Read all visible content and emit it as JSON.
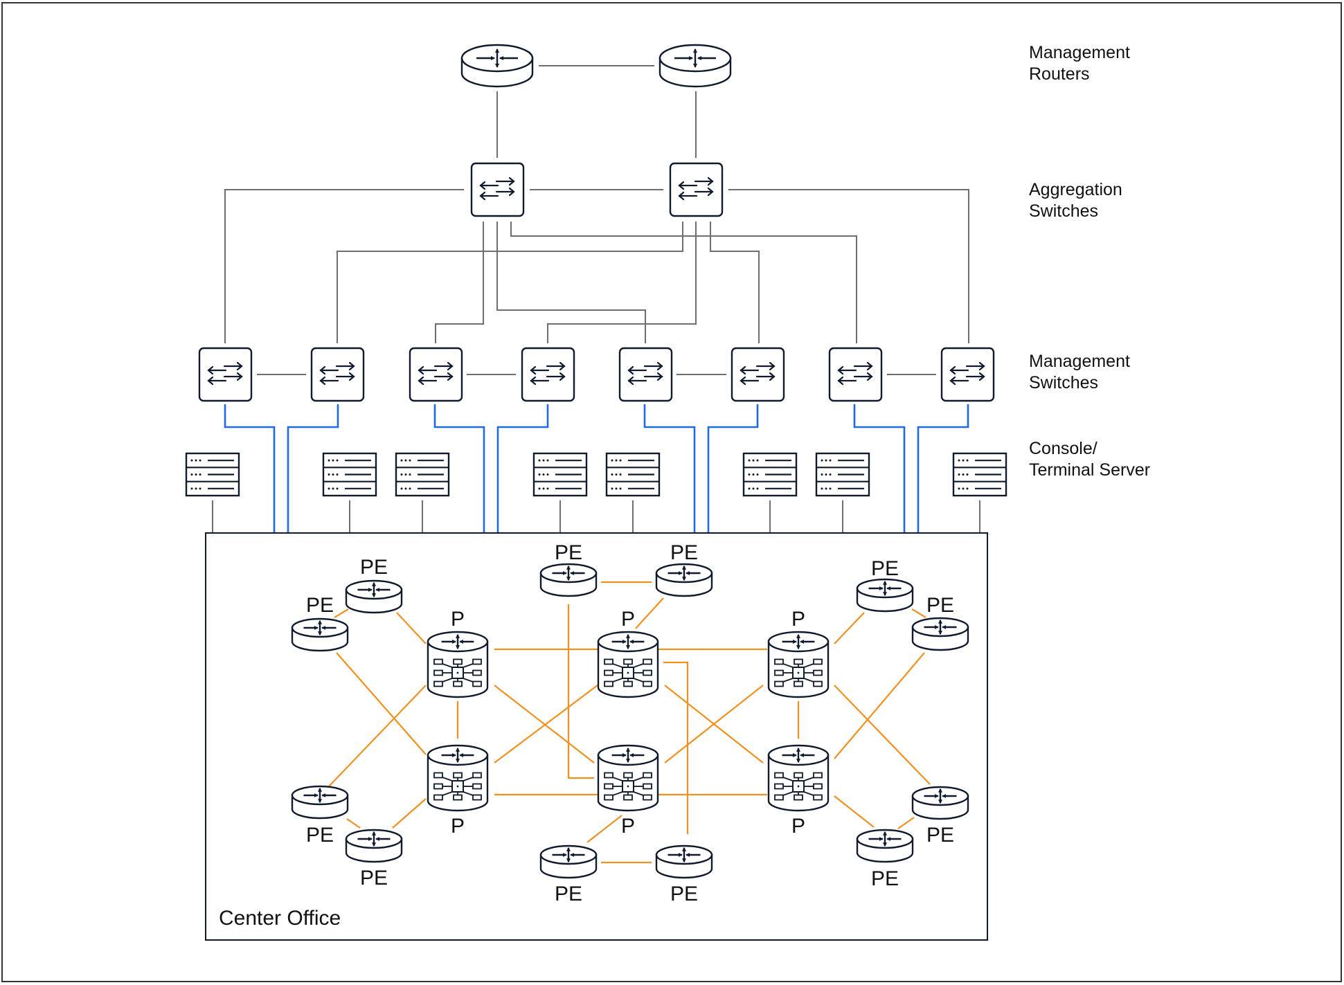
{
  "diagram": {
    "tiers": [
      {
        "id": "mgmt-routers",
        "label_lines": [
          "Management",
          "Routers"
        ]
      },
      {
        "id": "agg-switches",
        "label_lines": [
          "Aggregation",
          "Switches"
        ]
      },
      {
        "id": "mgmt-switches",
        "label_lines": [
          "Management",
          "Switches"
        ]
      },
      {
        "id": "console-servers",
        "label_lines": [
          "Console/",
          "Terminal Server"
        ]
      }
    ],
    "region": {
      "label": "Center Office"
    },
    "node_labels": {
      "pe": "PE",
      "p": "P"
    },
    "colors": {
      "stroke_dark": "#0f1b2d",
      "mgmt_link": "#6e6e6e",
      "console_link": "#1f6ae0",
      "core_link": "#f0901e"
    },
    "counts": {
      "management_routers": 2,
      "aggregation_switches": 2,
      "management_switches": 8,
      "console_servers": 8,
      "p_routers": 6,
      "pe_routers": 12
    },
    "legend_icons": {
      "router": "router-icon",
      "switch": "switch-icon",
      "console_server": "server-rack-icon",
      "core_router": "core-router-icon"
    }
  }
}
